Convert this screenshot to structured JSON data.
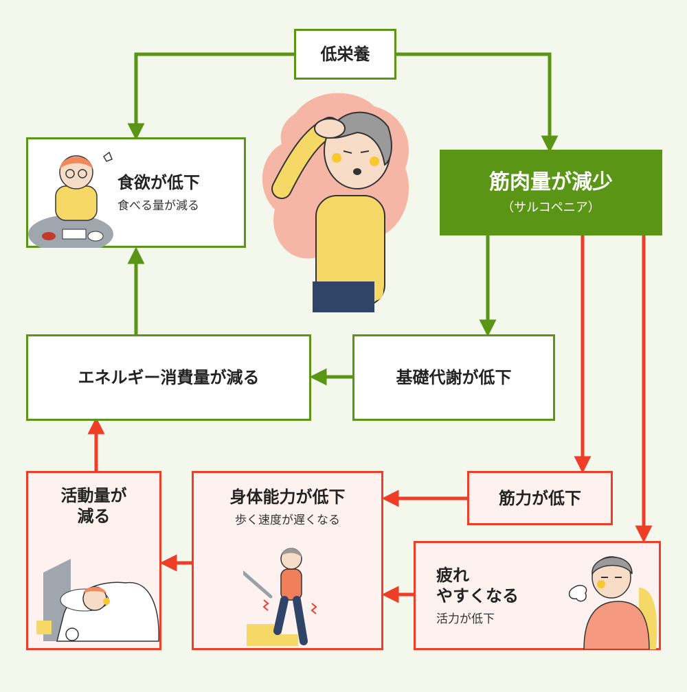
{
  "nodes": {
    "malnutrition": {
      "title": "低栄養"
    },
    "appetite": {
      "title": "食欲が低下",
      "sub": "食べる量が減る"
    },
    "muscle_mass": {
      "title": "筋肉量が減少",
      "sub": "（サルコペニア）"
    },
    "energy": {
      "title": "エネルギー消費量が減る"
    },
    "metabolism": {
      "title": "基礎代謝が低下"
    },
    "strength": {
      "title": "筋力が低下"
    },
    "physical": {
      "title": "身体能力が低下",
      "sub": "歩く速度が遅くなる"
    },
    "activity": {
      "title_line1": "活動量が",
      "title_line2": "減る"
    },
    "fatigue": {
      "title_line1": "疲れ",
      "title_line2": "やすくなる",
      "sub": "活力が低下"
    }
  },
  "colors": {
    "green": "#5a9516",
    "red": "#ee3e28",
    "background": "#f4f7ec",
    "pink_bg": "#fdf2ef"
  },
  "icons": [
    "dizzy-person-icon",
    "appetite-person-icon",
    "sleeping-person-icon",
    "walking-cane-person-icon",
    "tired-person-icon"
  ]
}
